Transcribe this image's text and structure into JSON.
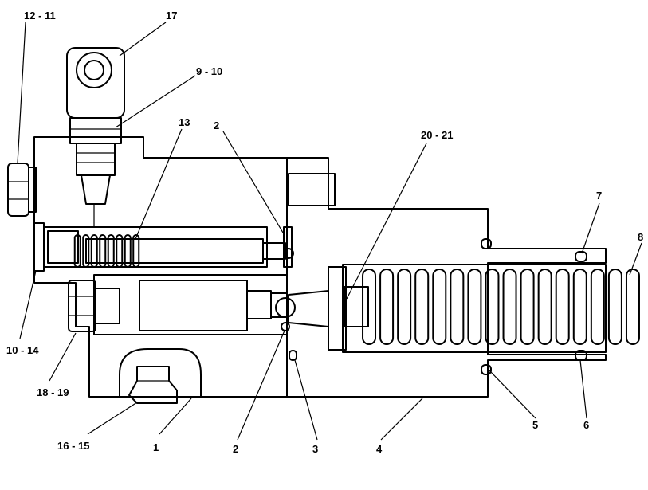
{
  "diagram": {
    "callouts": [
      {
        "id": "c-12-11",
        "text": "12 - 11"
      },
      {
        "id": "c-17",
        "text": "17"
      },
      {
        "id": "c-9-10",
        "text": "9 - 10"
      },
      {
        "id": "c-13",
        "text": "13"
      },
      {
        "id": "c-2-top",
        "text": "2"
      },
      {
        "id": "c-20-21",
        "text": "20 - 21"
      },
      {
        "id": "c-7",
        "text": "7"
      },
      {
        "id": "c-8",
        "text": "8"
      },
      {
        "id": "c-10-14",
        "text": "10 - 14"
      },
      {
        "id": "c-18-19",
        "text": "18 - 19"
      },
      {
        "id": "c-16-15",
        "text": "16 - 15"
      },
      {
        "id": "c-1",
        "text": "1"
      },
      {
        "id": "c-2-bottom",
        "text": "2"
      },
      {
        "id": "c-3",
        "text": "3"
      },
      {
        "id": "c-4",
        "text": "4"
      },
      {
        "id": "c-5",
        "text": "5"
      },
      {
        "id": "c-6",
        "text": "6"
      }
    ]
  }
}
